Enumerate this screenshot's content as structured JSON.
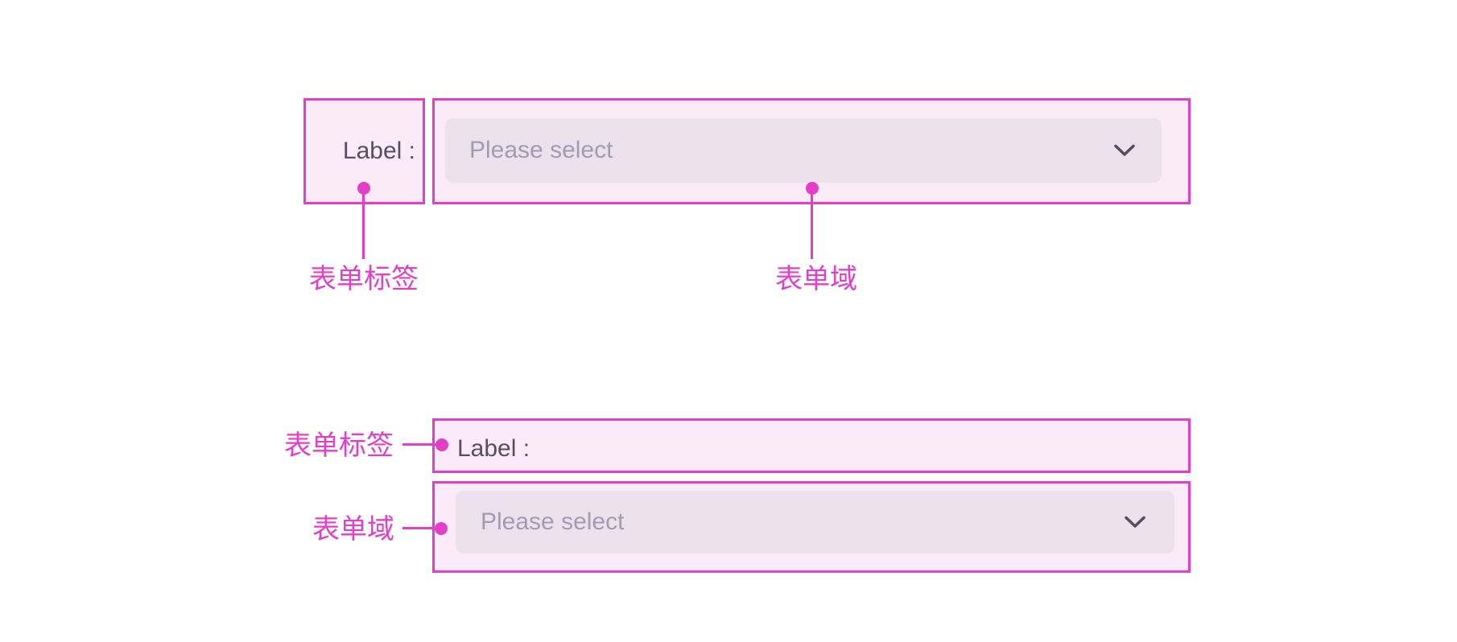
{
  "colors": {
    "accent": "#e23fc6",
    "box_fill": "#fbeaf8",
    "control_fill": "#eee1ee",
    "label_text": "#574e63",
    "placeholder_text": "#a59bb0",
    "chevron": "#554e61"
  },
  "horizontal_form_spec": {
    "label_text": "Label :",
    "field_placeholder": "Please select",
    "label_annotation": "表单标签",
    "field_annotation": "表单域"
  },
  "vertical_form_spec": {
    "label_text": "Label :",
    "field_placeholder": "Please select",
    "label_annotation": "表单标签",
    "field_annotation": "表单域"
  }
}
